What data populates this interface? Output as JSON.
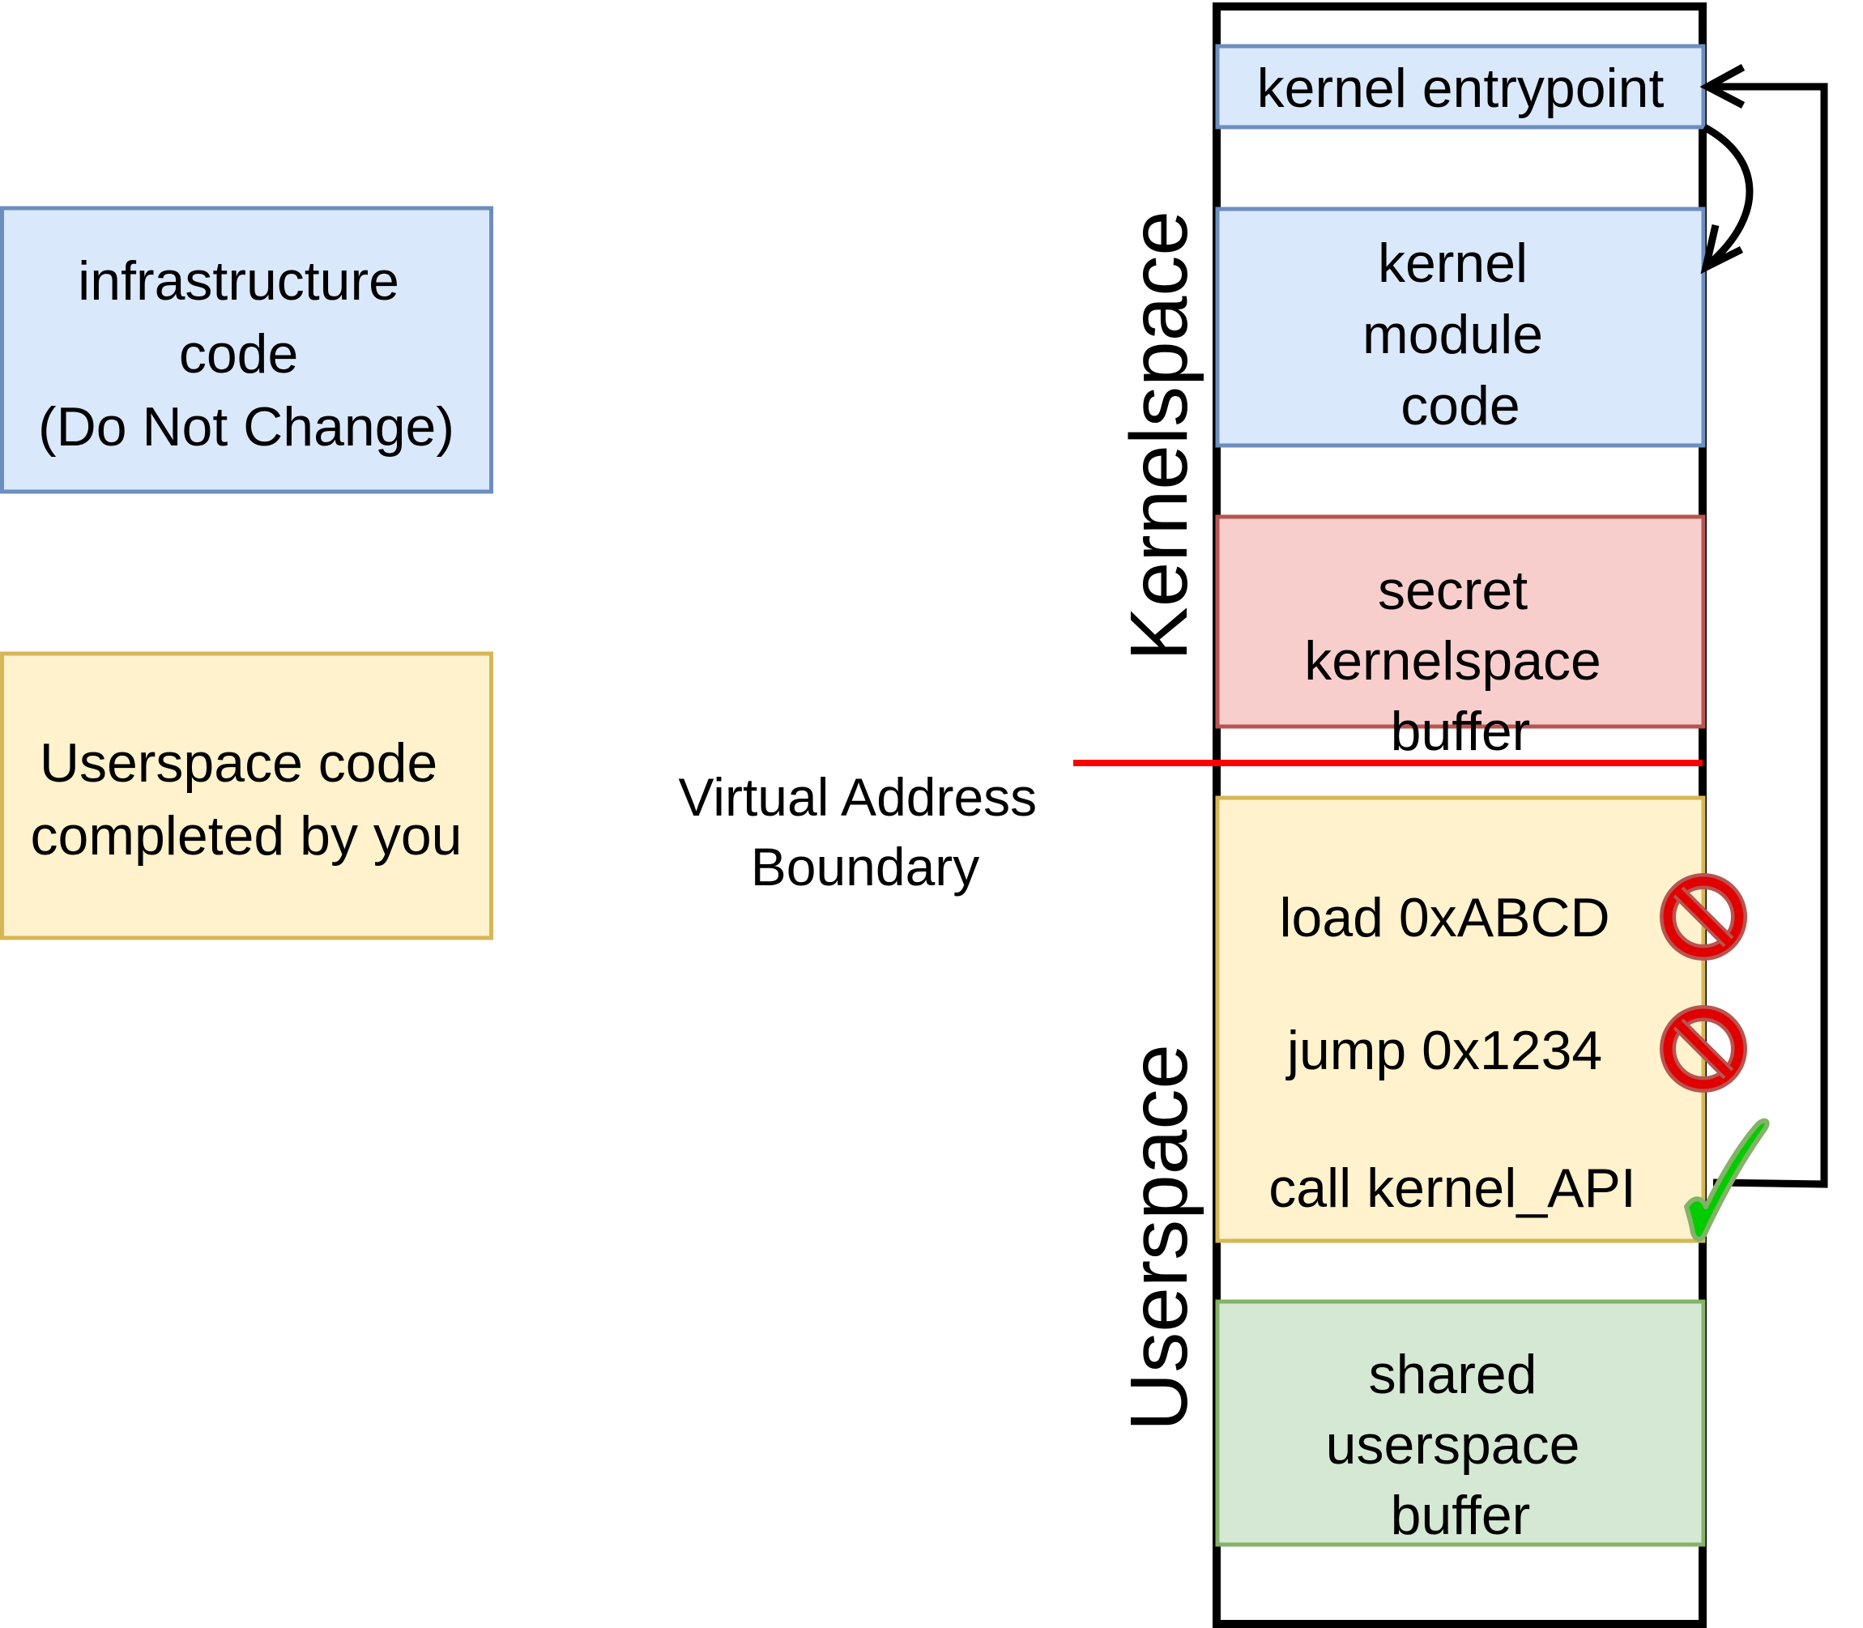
{
  "legend": {
    "infrastructure": {
      "lines": [
        "infrastructure",
        "code",
        "(Do Not Change)"
      ],
      "fill": "#dae8fc",
      "stroke": "#6c8ebf"
    },
    "userspace_code": {
      "lines": [
        "Userspace code",
        "completed by you"
      ],
      "fill": "#fff2cc",
      "stroke": "#d6b656"
    }
  },
  "boundary": {
    "lines": [
      "Virtual Address",
      "Boundary"
    ],
    "color": "#ff0000"
  },
  "regions": {
    "kernelspace_label": "Kernelspace",
    "userspace_label": "Userspace"
  },
  "memory": {
    "kernel_entrypoint": {
      "lines": [
        "kernel entrypoint"
      ],
      "fill": "#dae8fc",
      "stroke": "#6c8ebf"
    },
    "kernel_module": {
      "lines": [
        "kernel",
        "module",
        "code"
      ],
      "fill": "#dae8fc",
      "stroke": "#6c8ebf"
    },
    "secret_buffer": {
      "lines": [
        "secret",
        "kernelspace",
        "buffer"
      ],
      "fill": "#f8cecc",
      "stroke": "#b85450"
    },
    "user_code": {
      "fill": "#fff2cc",
      "stroke": "#d6b656",
      "instructions": [
        {
          "text": "load 0xABCD",
          "status": "forbidden",
          "icon": "prohibited-icon"
        },
        {
          "text": "jump 0x1234",
          "status": "forbidden",
          "icon": "prohibited-icon"
        },
        {
          "text": "call kernel_API",
          "status": "allowed",
          "icon": "checkmark-icon"
        }
      ]
    },
    "shared_buffer": {
      "lines": [
        "shared",
        "userspace",
        "buffer"
      ],
      "fill": "#d5e8d4",
      "stroke": "#82b366"
    }
  },
  "icon_colors": {
    "prohibited_fill": "#e00000",
    "prohibited_stroke": "#b85450",
    "check_fill": "#00cc00",
    "check_stroke": "#82b366"
  }
}
